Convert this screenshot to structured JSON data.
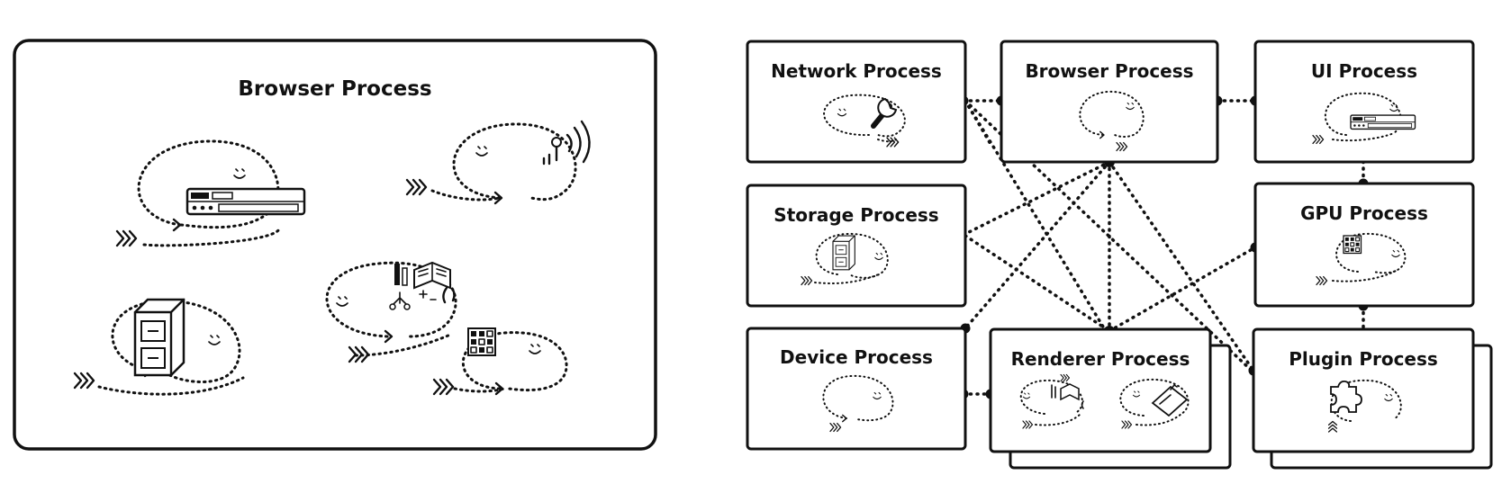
{
  "left_panel": {
    "title": "Browser Process"
  },
  "right_panel": {
    "nodes": {
      "network": "Network Process",
      "browser": "Browser Process",
      "ui": "UI Process",
      "storage": "Storage Process",
      "gpu": "GPU Process",
      "device": "Device Process",
      "renderer": "Renderer Process",
      "plugin": "Plugin Process"
    }
  },
  "icons": [
    "browser-toolbar-icon",
    "antenna-icon",
    "storage-drive-icon",
    "book-tools-icon",
    "grid-chip-icon",
    "wrench-icon",
    "puzzle-icon",
    "smiley-icon",
    "arrow-fletching-icon"
  ]
}
